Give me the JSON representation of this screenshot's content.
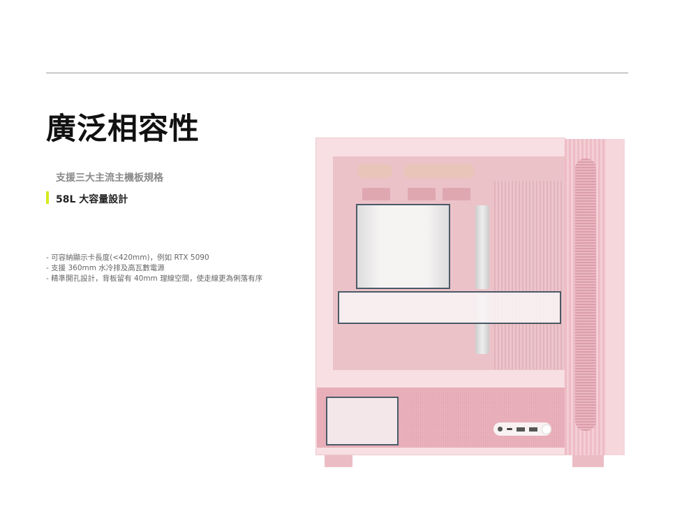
{
  "title": "廣泛相容性",
  "subtitle": "支援三大主流主機板規格",
  "highlight": "58L 大容量設計",
  "notes": [
    "- 可容納顯示卡長度(<420mm)，例如 RTX 5090",
    "- 支援 360mm 水冷排及高瓦數電源",
    "- 精準開孔設計，背板留有 40mm 理線空間，使走線更為俐落有序"
  ],
  "colors": {
    "accent": "#d6ea1e",
    "case": "#f1cbd1",
    "outline": "#4a5a66"
  }
}
